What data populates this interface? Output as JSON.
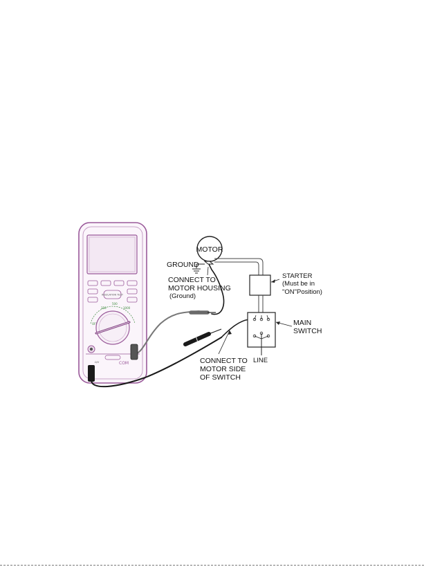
{
  "labels": {
    "motor": "MOTOR",
    "ground": "GROUND",
    "connect_housing_1": "CONNECT TO",
    "connect_housing_2": "MOTOR HOUSING",
    "connect_housing_3": "(Ground)",
    "starter_1": "STARTER",
    "starter_2": "(Must be in",
    "starter_3": "\"ON\"Position)",
    "main_1": "MAIN",
    "main_2": "SWITCH",
    "line": "LINE",
    "connect_switch_1": "CONNECT TO",
    "connect_switch_2": "MOTOR SIDE",
    "connect_switch_3": "OF SWITCH"
  },
  "meter": {
    "jack_com": "COM",
    "jack_ohm": "Ω/V",
    "dial_1000": "1000",
    "dial_500": "500",
    "dial_250": "250",
    "dial_off": "OFF",
    "insulation_key": "INSULATION TEST"
  },
  "colors": {
    "meter_outline": "#9a5a9a",
    "meter_face": "#f6eef6",
    "dial_marking": "#3c8a3c",
    "probe_dark": "#1a1a1a",
    "probe_grey": "#777777"
  }
}
